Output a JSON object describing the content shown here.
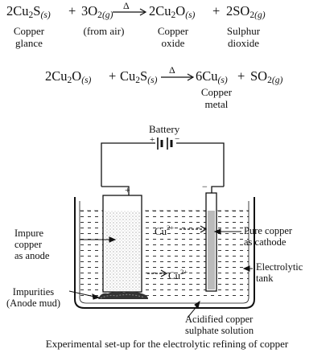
{
  "reaction1": {
    "term1": {
      "coef": "2",
      "formula_a": "Cu",
      "sub_a": "2",
      "formula_b": "S",
      "state": "(s)"
    },
    "plus1": "+",
    "term2": {
      "coef": "3",
      "formula": "O",
      "sub": "2",
      "state": "(g)"
    },
    "arrow_label": "Δ",
    "term3": {
      "coef": "2",
      "formula_a": "Cu",
      "sub_a": "2",
      "formula_b": "O",
      "state": "(s)"
    },
    "plus2": "+",
    "term4": {
      "coef": "2",
      "formula": "SO",
      "sub": "2",
      "state": "(g)"
    },
    "label1_line1": "Copper",
    "label1_line2": "glance",
    "label2": "(from air)",
    "label3_line1": "Copper",
    "label3_line2": "oxide",
    "label4_line1": "Sulphur",
    "label4_line2": "dioxide"
  },
  "reaction2": {
    "term1": {
      "coef": "2",
      "formula_a": "Cu",
      "sub_a": "2",
      "formula_b": "O",
      "state": "(s)"
    },
    "plus1": "+",
    "term2": {
      "formula_a": "Cu",
      "sub_a": "2",
      "formula_b": "S",
      "state": "(s)"
    },
    "arrow_label": "Δ",
    "term3": {
      "coef": "6",
      "formula": "Cu",
      "state": "(s)"
    },
    "plus2": "+",
    "term4": {
      "formula": "SO",
      "sub": "2",
      "state": "(g)"
    },
    "label3_line1": "Copper",
    "label3_line2": "metal"
  },
  "diagram": {
    "battery_label": "Battery",
    "battery_plus": "+",
    "battery_minus": "−",
    "anode_plus": "+",
    "cathode_minus": "−",
    "ion_upper": {
      "formula": "Cu",
      "charge": "2+"
    },
    "ion_lower": {
      "formula": "Cu",
      "charge": "2+"
    },
    "anode_label": [
      "Impure",
      "copper",
      "as anode"
    ],
    "cathode_label": [
      "Pure copper",
      "as cathode"
    ],
    "tank_label": [
      "Electrolytic",
      "tank"
    ],
    "impurities_label": [
      "Impurities",
      "(Anode mud)"
    ],
    "solution_label": [
      "Acidified copper",
      "sulphate solution"
    ]
  },
  "caption": "Experimental set-up for the electrolytic refining of copper"
}
